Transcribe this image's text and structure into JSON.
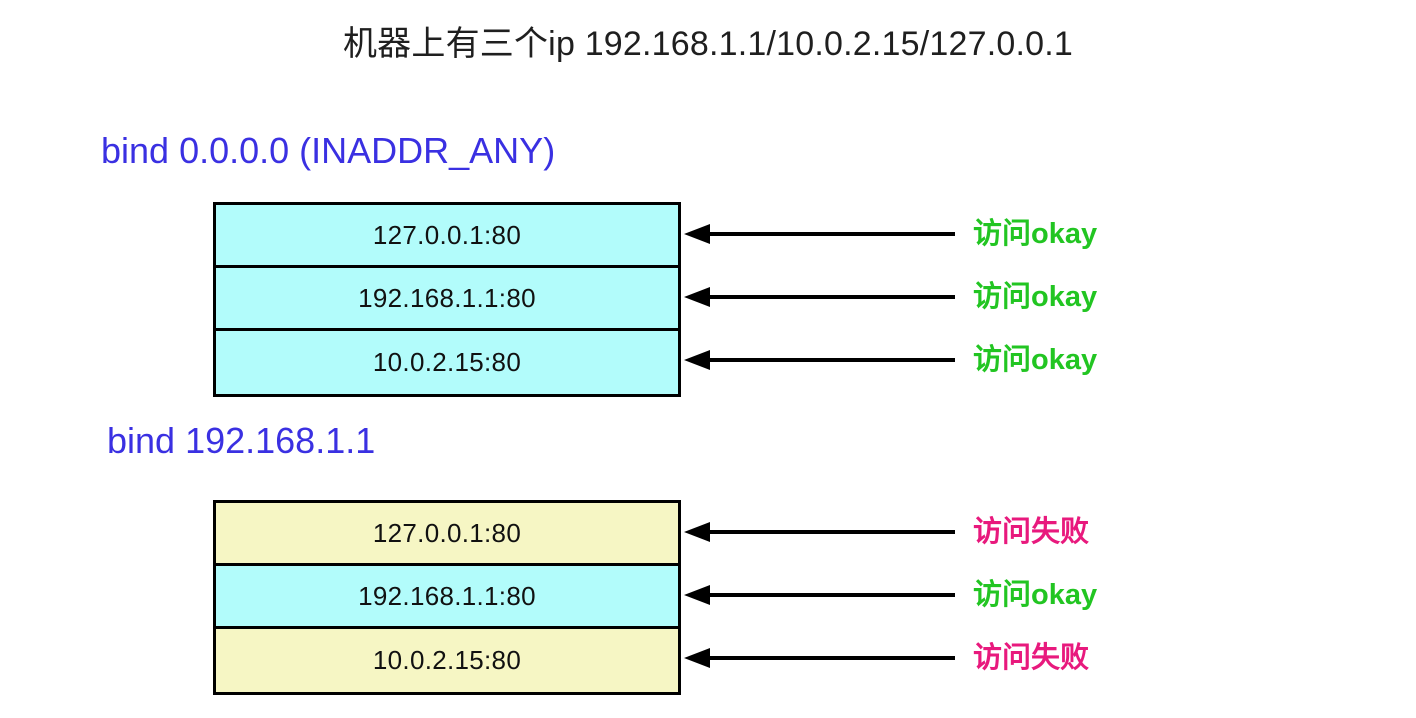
{
  "title": "机器上有三个ip 192.168.1.1/10.0.2.15/127.0.0.1",
  "colors": {
    "heading": "#3a30e2",
    "ok": "#22c522",
    "fail": "#e8197d",
    "cyan_fill": "#b2fcfb",
    "yellow_fill": "#f6f6c4",
    "border": "#000000",
    "title_text": "#1f1f1f"
  },
  "sections": [
    {
      "heading": "bind 0.0.0.0 (INADDR_ANY)",
      "rows": [
        {
          "address": "127.0.0.1:80",
          "fill": "cyan",
          "result": "访问okay",
          "status": "ok"
        },
        {
          "address": "192.168.1.1:80",
          "fill": "cyan",
          "result": "访问okay",
          "status": "ok"
        },
        {
          "address": "10.0.2.15:80",
          "fill": "cyan",
          "result": "访问okay",
          "status": "ok"
        }
      ]
    },
    {
      "heading": "bind 192.168.1.1",
      "rows": [
        {
          "address": "127.0.0.1:80",
          "fill": "yellow",
          "result": "访问失败",
          "status": "fail"
        },
        {
          "address": "192.168.1.1:80",
          "fill": "cyan",
          "result": "访问okay",
          "status": "ok"
        },
        {
          "address": "10.0.2.15:80",
          "fill": "yellow",
          "result": "访问失败",
          "status": "fail"
        }
      ]
    }
  ]
}
